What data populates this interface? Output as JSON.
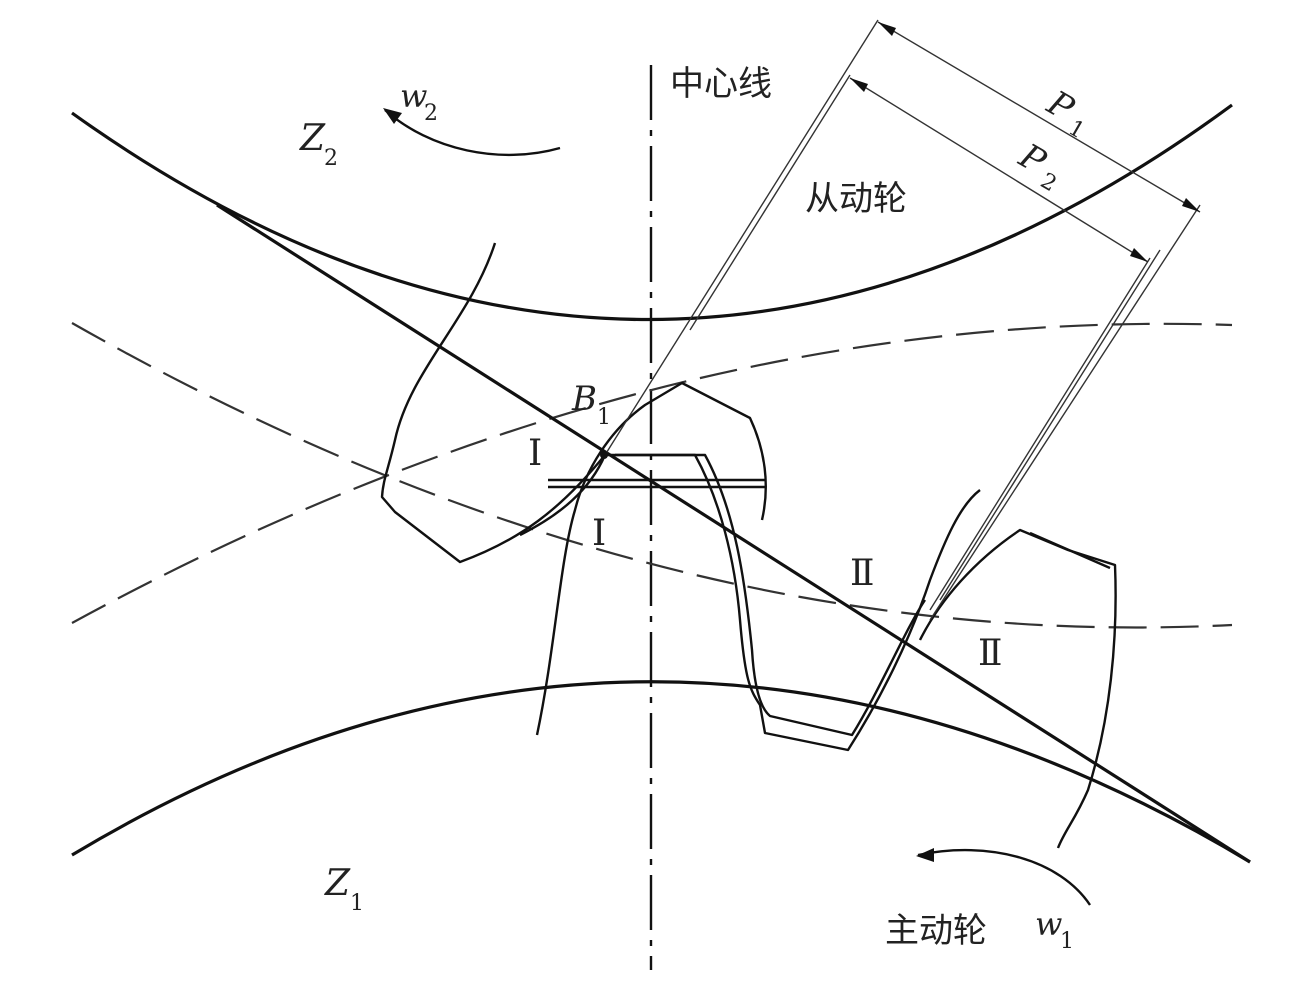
{
  "labels": {
    "center_line": "中心线",
    "driven_gear": "从动轮",
    "driving_gear": "主动轮",
    "z2": "Z",
    "z2_sub": "2",
    "z1": "Z",
    "z1_sub": "1",
    "w2": "w",
    "w2_sub": "2",
    "w1": "w",
    "w1_sub": "1",
    "b1": "B",
    "b1_sub": "1",
    "p1": "P",
    "p1_sub": "1",
    "p2": "P",
    "p2_sub": "2",
    "roman_1": "Ⅰ",
    "roman_2": "Ⅱ"
  }
}
